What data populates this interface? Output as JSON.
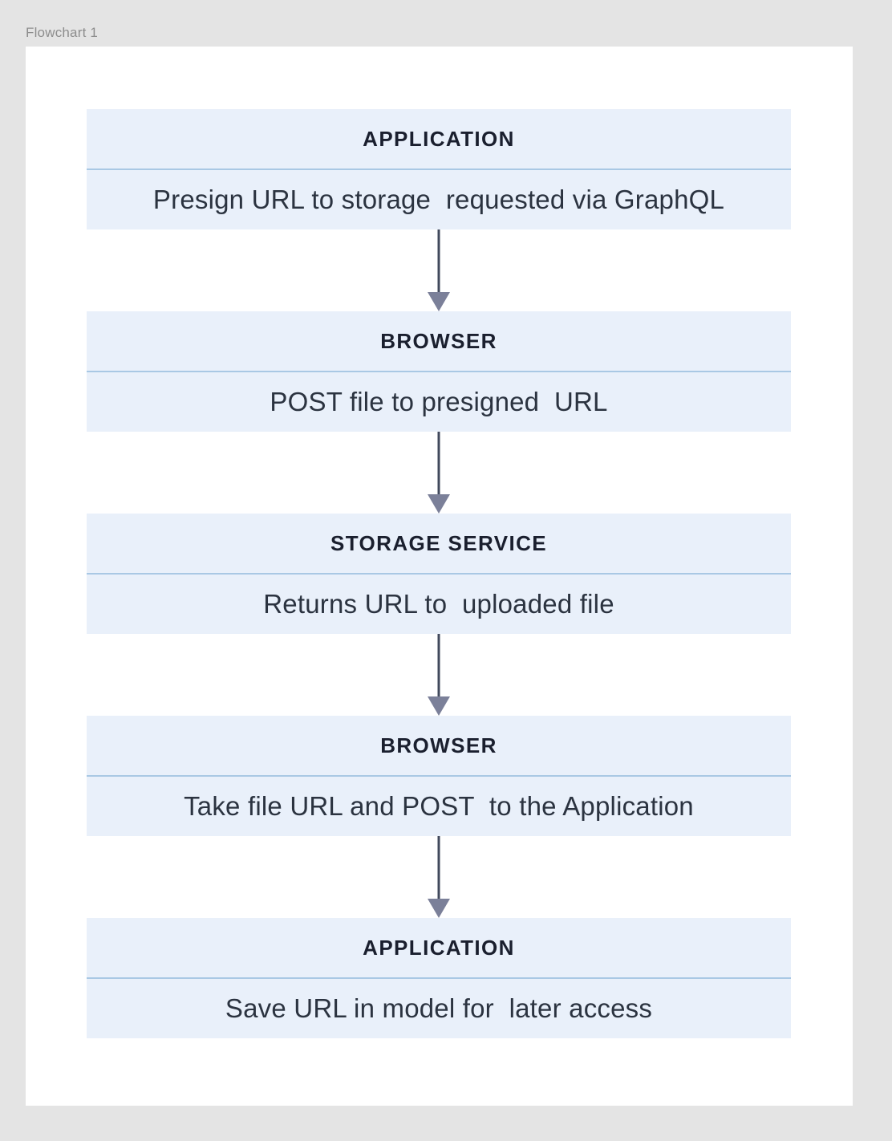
{
  "caption": "Flowchart 1",
  "colors": {
    "page_background": "#e4e4e4",
    "card_background": "#ffffff",
    "node_background": "#e9f0fa",
    "node_divider": "#a9c8e4",
    "header_text": "#1a1f2e",
    "body_text": "#2b3340",
    "caption_text": "#8d8d8d",
    "arrow_line": "#41495c",
    "arrow_head": "#7b8099"
  },
  "chart_data": {
    "type": "diagram",
    "title": "Flowchart 1",
    "orientation": "vertical",
    "connector": "downward-arrow",
    "nodes": [
      {
        "header": "APPLICATION",
        "body": "Presign URL to storage  requested via GraphQL"
      },
      {
        "header": "BROWSER",
        "body": "POST file to presigned  URL"
      },
      {
        "header": "STORAGE SERVICE",
        "body": "Returns URL to  uploaded file"
      },
      {
        "header": "BROWSER",
        "body": "Take file URL and POST  to the Application"
      },
      {
        "header": "APPLICATION",
        "body": "Save URL in model for  later access"
      }
    ]
  }
}
